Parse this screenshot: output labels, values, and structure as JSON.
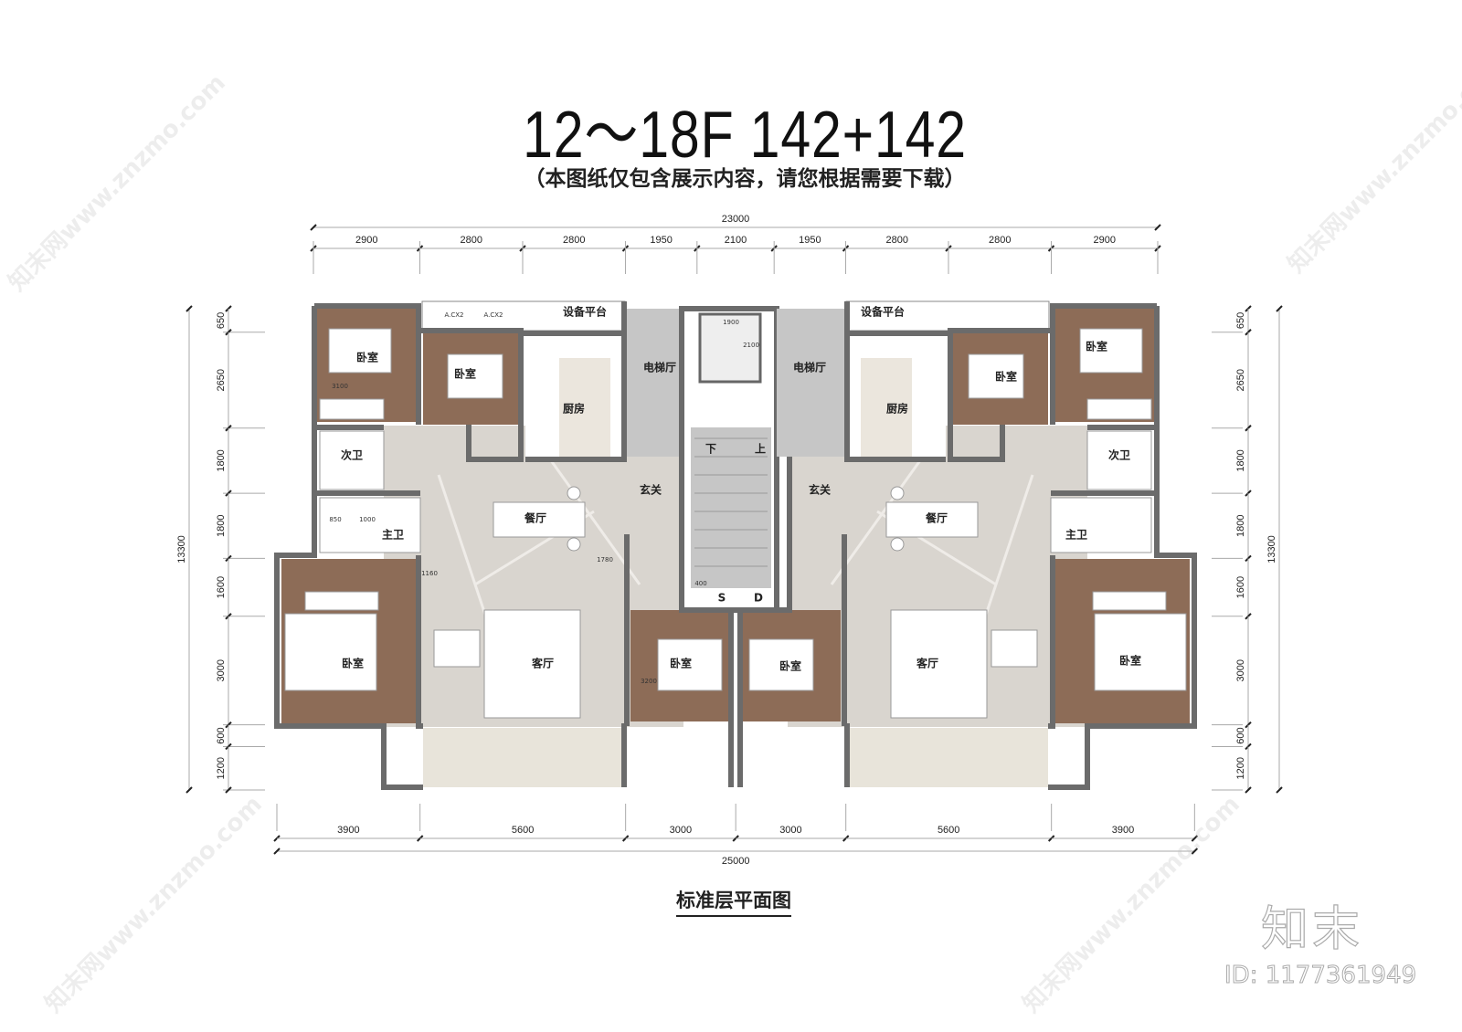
{
  "title": "12～18F 142+142",
  "subtitle": "（本图纸仅包含展示内容，请您根据需要下载）",
  "dimensions": {
    "top_overall": "23000",
    "top_segments": [
      2900,
      2800,
      2800,
      1950,
      2100,
      1950,
      2800,
      2800,
      2900
    ],
    "bottom_overall": "25000",
    "bottom_segments": [
      3900,
      5600,
      3000,
      3000,
      5600,
      3900
    ],
    "left_overall": "13300",
    "left_segments": [
      650,
      2650,
      1800,
      1800,
      1600,
      3000,
      600,
      1200
    ],
    "right_overall": "13300",
    "right_segments": [
      650,
      2650,
      1800,
      1800,
      1600,
      3000,
      600,
      1200
    ]
  },
  "rooms": {
    "bedroom": "卧室",
    "kitchen": "厨房",
    "equipment_platform": "设备平台",
    "elevator_hall": "电梯厅",
    "second_bath": "次卫",
    "master_bath": "主卫",
    "foyer": "玄关",
    "dining": "餐厅",
    "living": "客厅",
    "stair_down": "下",
    "stair_up": "上",
    "shaft_s": "S",
    "shaft_d": "D"
  },
  "inner_dims": {
    "bed1": "3100",
    "bath_a": "850",
    "bath_b": "1000",
    "shaft_w": "1900",
    "shaft_h": "2100",
    "shaft_small": "400",
    "bed3": "3200",
    "corr": "1160",
    "corr2": "1780",
    "ac": "A.CX2"
  },
  "caption": "标准层平面图",
  "watermark": {
    "logo": "知末",
    "id": "ID: 1177361949",
    "text": "知末网www.znzmo.com"
  },
  "colors": {
    "wall": "#6b6b6b",
    "wood": "#8d6c57",
    "marble": "#d9d5cf",
    "core": "#c6c6c6",
    "balcony": "#e8e4da"
  }
}
